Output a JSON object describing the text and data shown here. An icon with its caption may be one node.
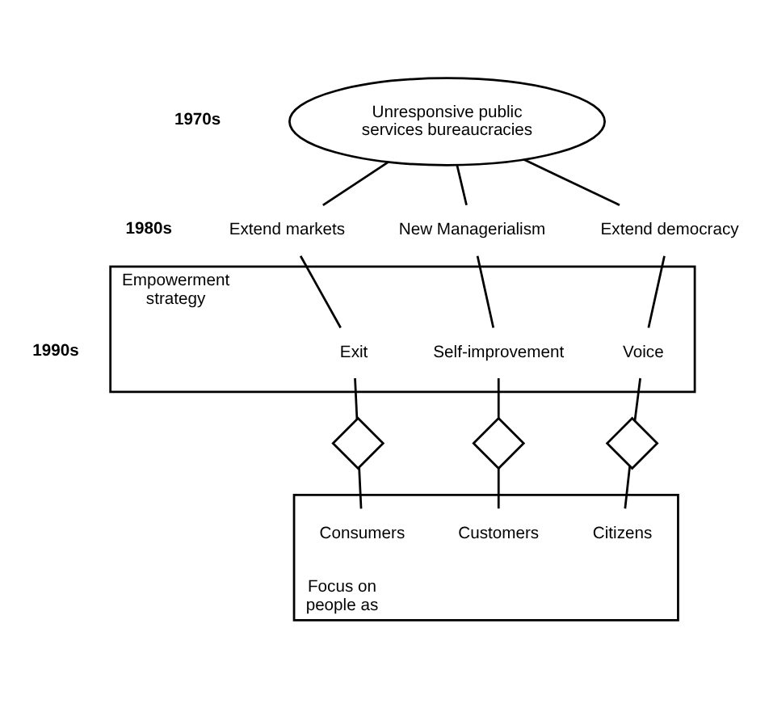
{
  "diagram": {
    "nodes": [
      {
        "text": [
          "Unresponsive public services bureaucracies"
        ]
      },
      {
        "text": [
          "Extend markets"
        ]
      },
      {
        "text": [
          "New Managerialism"
        ]
      },
      {
        "text": [
          "Extend democracy"
        ]
      },
      {
        "text": [
          "Empowerment strategy"
        ]
      },
      {
        "text": [
          "Exit"
        ],
        "in": 4
      },
      {
        "text": [
          "Self-improvement"
        ],
        "in": 4
      },
      {
        "text": [
          "Voice"
        ],
        "in": 4
      },
      {
        "text": [],
        "shape": "diamond"
      },
      {
        "text": [],
        "shape": "diamond"
      },
      {
        "text": [],
        "shape": "diamond"
      },
      {
        "text": [
          "Focus on people as"
        ]
      },
      {
        "text": [
          "Consumers"
        ],
        "in": 11
      },
      {
        "text": [
          "Customers"
        ],
        "in": 11
      },
      {
        "text": [
          "Citizens"
        ],
        "in": 11
      }
    ],
    "edges": [
      {
        "from": 0,
        "to": 1,
        "arrow": "none"
      },
      {
        "from": 0,
        "to": 2,
        "arrow": "none"
      },
      {
        "from": 0,
        "to": 3,
        "arrow": "none"
      },
      {
        "from": 1,
        "to": 5,
        "arrow": "none"
      },
      {
        "from": 2,
        "to": 6,
        "arrow": "none"
      },
      {
        "from": 3,
        "to": 7,
        "arrow": "none"
      },
      {
        "from": 5,
        "to": 8,
        "arrow": "none"
      },
      {
        "from": 6,
        "to": 9,
        "arrow": "none"
      },
      {
        "from": 7,
        "to": 10,
        "arrow": "none"
      },
      {
        "from": 8,
        "to": 12,
        "arrow": "none"
      },
      {
        "from": 9,
        "to": 13,
        "arrow": "none"
      },
      {
        "from": 10,
        "to": 14,
        "arrow": "none"
      }
    ],
    "labels": [
      "1970s",
      "1980s",
      "1990s"
    ]
  }
}
